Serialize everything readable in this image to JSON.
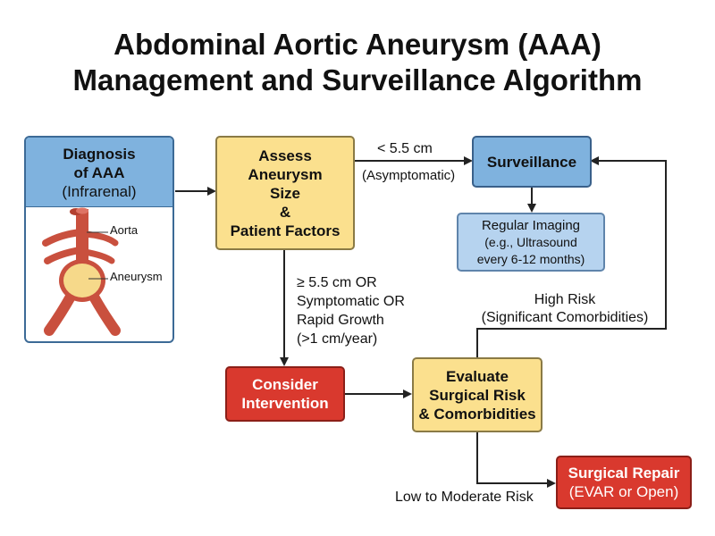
{
  "title": {
    "line1": "Abdominal Aortic Aneurysm (AAA)",
    "line2": "Management and Surveillance Algorithm"
  },
  "nodes": {
    "diagnosis": {
      "title_line1": "Diagnosis",
      "title_line2": "of AAA",
      "subtitle": "(Infrarenal)"
    },
    "illustration": {
      "aorta_label": "Aorta",
      "aneurysm_label": "Aneurysm"
    },
    "assess": {
      "line1": "Assess",
      "line2": "Aneurysm",
      "line3": "Size",
      "line4": "&",
      "line5": "Patient Factors"
    },
    "surveillance": {
      "label": "Surveillance"
    },
    "imaging": {
      "line1": "Regular Imaging",
      "line2": "(e.g., Ultrasound",
      "line3": "every 6-12 months)"
    },
    "intervention": {
      "line1": "Consider",
      "line2": "Intervention"
    },
    "evaluate": {
      "line1": "Evaluate",
      "line2": "Surgical Risk",
      "line3": "& Comorbidities"
    },
    "repair": {
      "line1": "Surgical Repair",
      "line2": "(EVAR or Open)"
    }
  },
  "edges": {
    "small": {
      "line1": "< 5.5 cm",
      "line2": "(Asymptomatic)"
    },
    "large": {
      "line1": "≥ 5.5 cm OR",
      "line2": "Symptomatic OR",
      "line3": "Rapid Growth",
      "line4": "(>1 cm/year)"
    },
    "high_risk": {
      "line1": "High Risk",
      "line2": "(Significant Comorbidities)"
    },
    "low_risk": {
      "label": "Low to Moderate Risk"
    }
  },
  "colors": {
    "blue": "#7fb2de",
    "light_blue": "#b6d3ef",
    "yellow": "#fbe08e",
    "red": "#d9392e",
    "aorta": "#c9503e",
    "aneurysm": "#f6d98a"
  }
}
